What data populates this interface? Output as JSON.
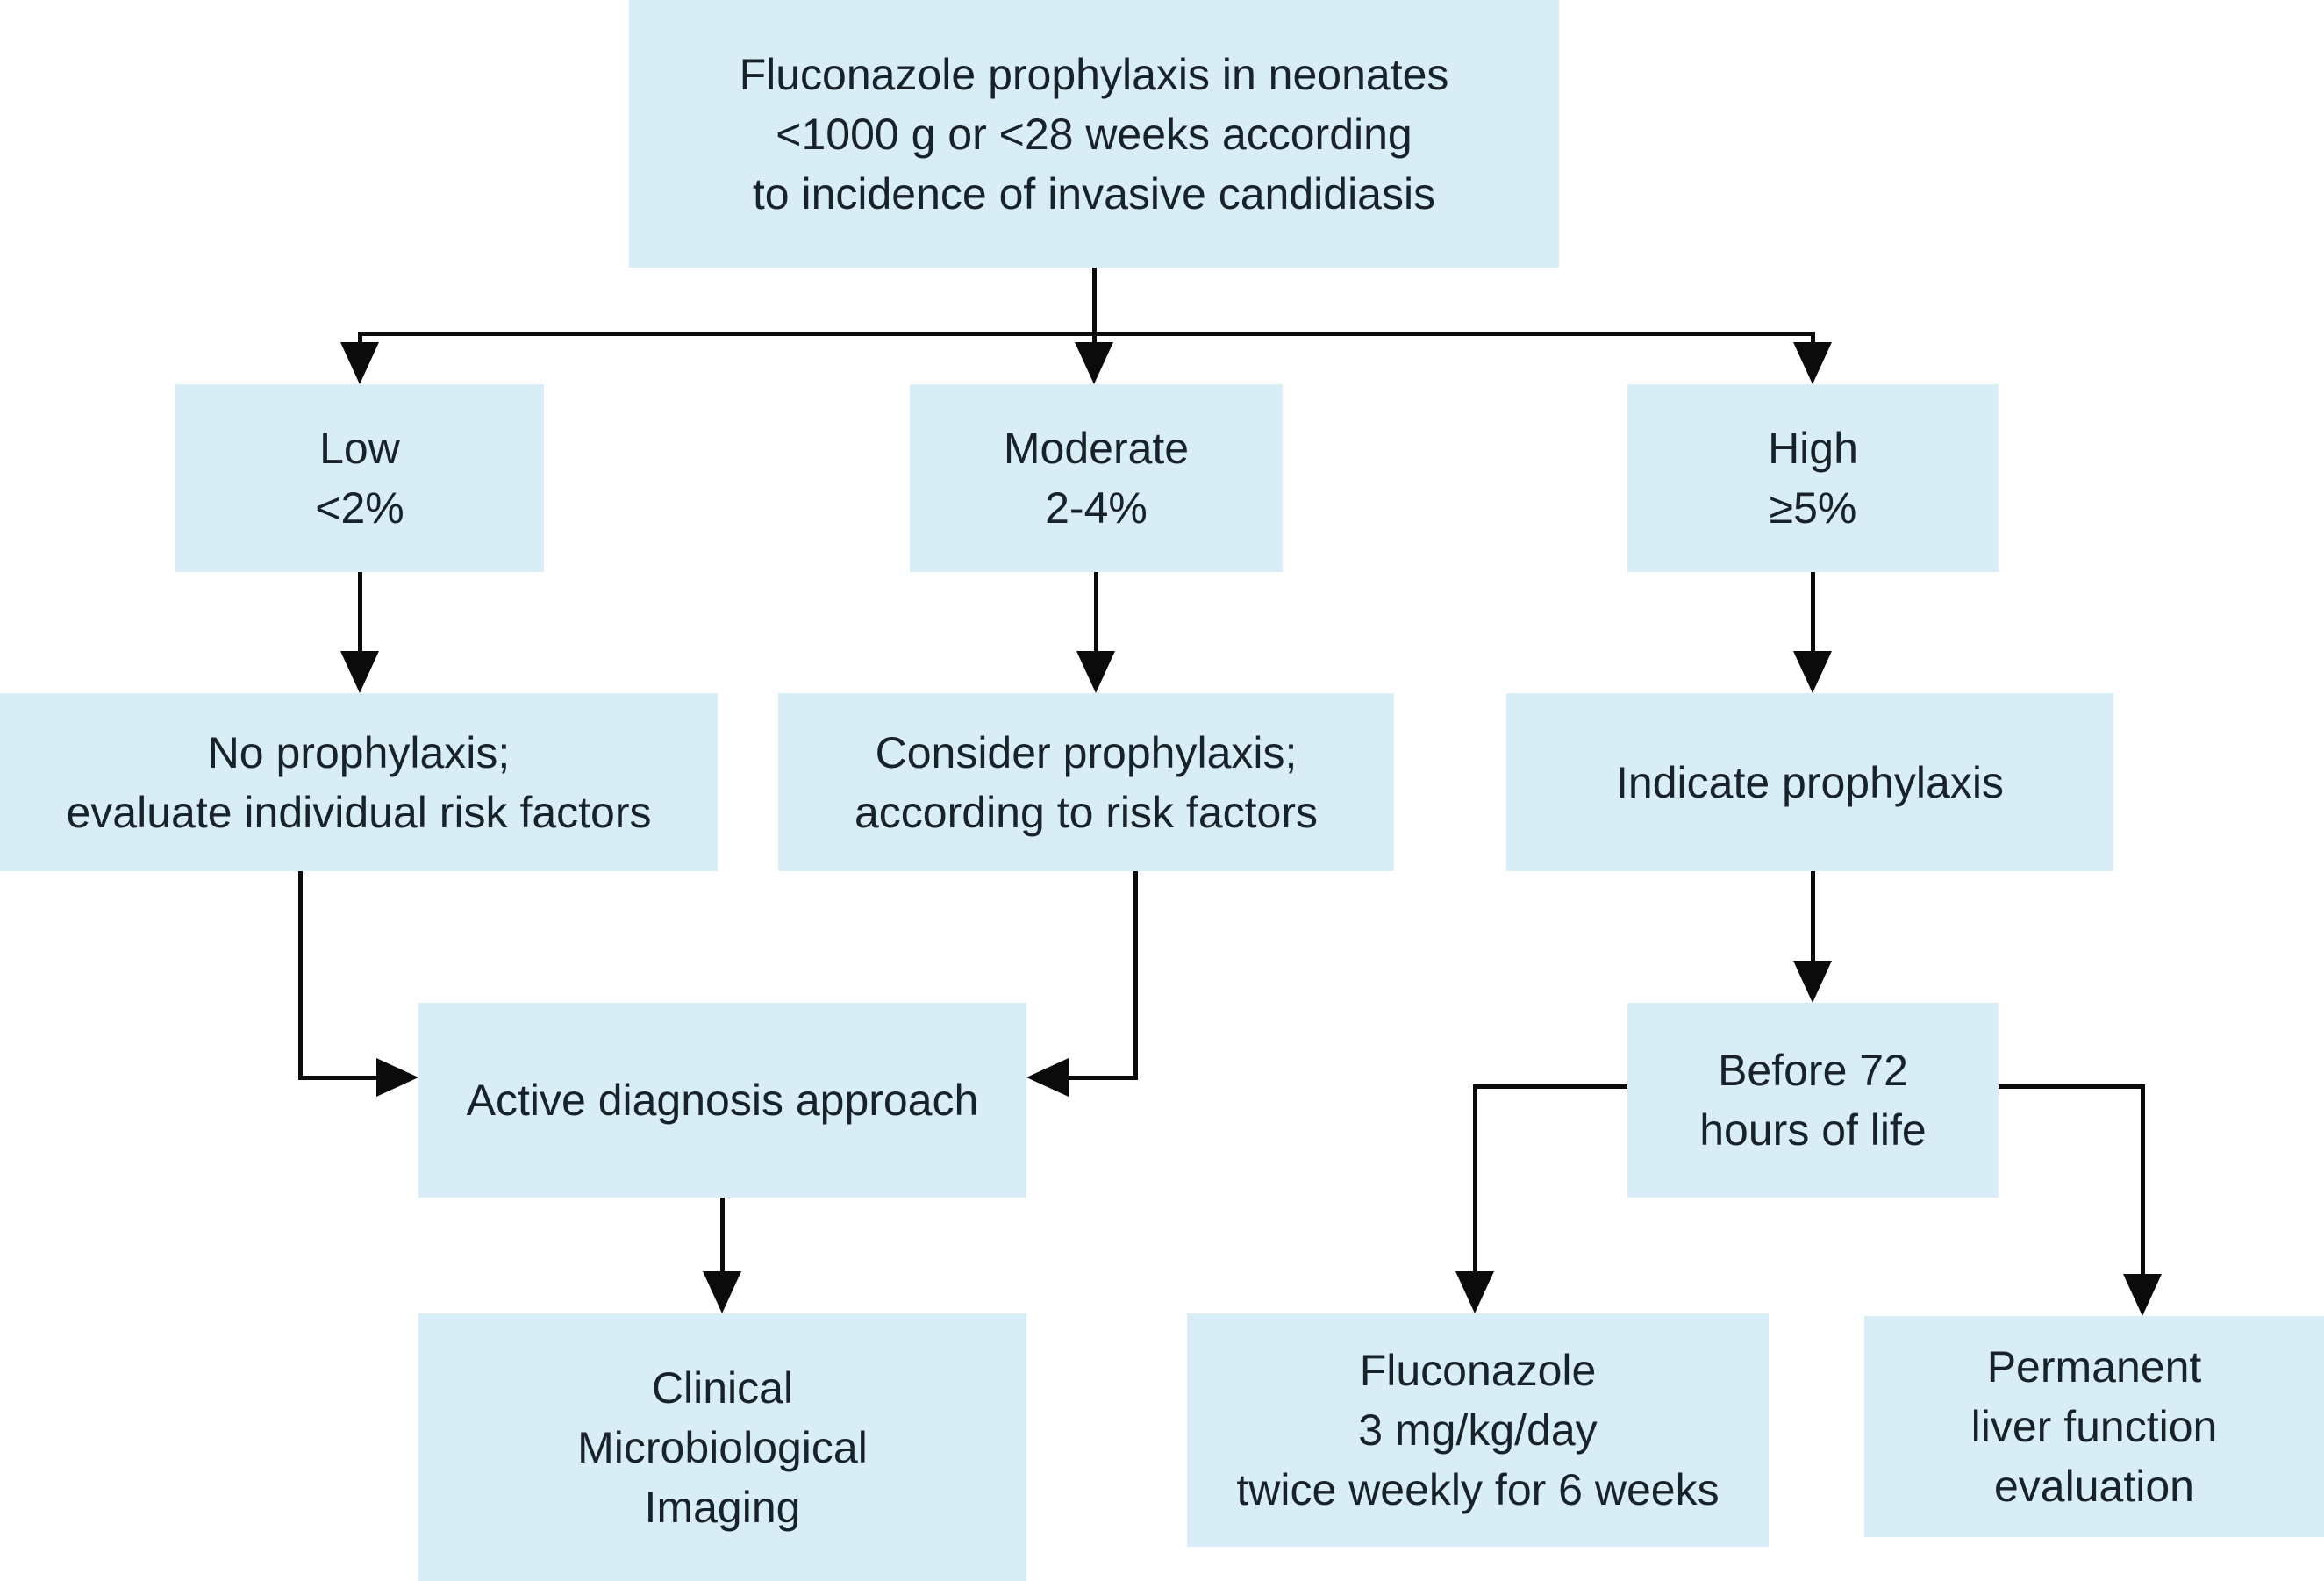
{
  "diagram": {
    "type": "flowchart",
    "colors": {
      "node_fill": "#d8edf5",
      "line": "#0b0b0b",
      "text": "#18222a",
      "background": "#ffffff"
    },
    "nodes": {
      "root": "Fluconazole prophylaxis in neonates\n<1000 g or <28 weeks according\nto incidence of invasive candidiasis",
      "low": "Low\n<2%",
      "moderate": "Moderate\n2-4%",
      "high": "High\n≥5%",
      "no_prophylaxis": "No prophylaxis;\nevaluate individual risk factors",
      "consider_prophylaxis": "Consider prophylaxis;\naccording to risk factors",
      "indicate_prophylaxis": "Indicate prophylaxis",
      "active_diagnosis": "Active diagnosis approach",
      "before_72": "Before 72\nhours of life",
      "clinical": "Clinical\nMicrobiological\nImaging",
      "fluconazole_dose": "Fluconazole\n3 mg/kg/day\ntwice weekly for 6 weeks",
      "permanent_liver": "Permanent\nliver function\nevaluation"
    },
    "edges": [
      {
        "from": "root",
        "to": "low"
      },
      {
        "from": "root",
        "to": "moderate"
      },
      {
        "from": "root",
        "to": "high"
      },
      {
        "from": "low",
        "to": "no_prophylaxis"
      },
      {
        "from": "moderate",
        "to": "consider_prophylaxis"
      },
      {
        "from": "high",
        "to": "indicate_prophylaxis"
      },
      {
        "from": "no_prophylaxis",
        "to": "active_diagnosis"
      },
      {
        "from": "consider_prophylaxis",
        "to": "active_diagnosis"
      },
      {
        "from": "indicate_prophylaxis",
        "to": "before_72"
      },
      {
        "from": "active_diagnosis",
        "to": "clinical"
      },
      {
        "from": "before_72",
        "to": "fluconazole_dose"
      },
      {
        "from": "before_72",
        "to": "permanent_liver"
      }
    ]
  }
}
